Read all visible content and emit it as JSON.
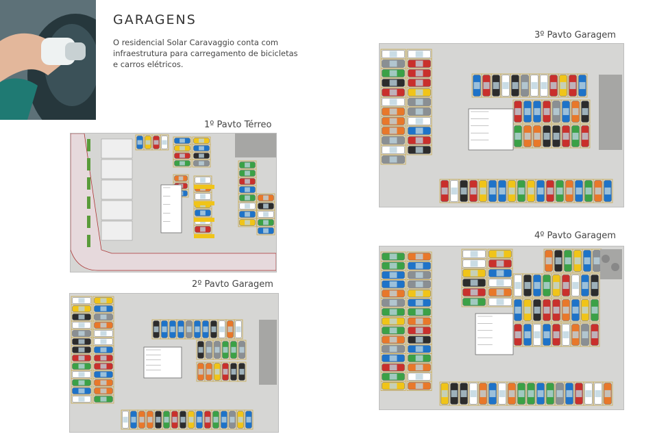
{
  "header": {
    "title": "GARAGENS",
    "description": "O residencial Solar Caravaggio conta com infraestrutura para carregamento de bicicletas e carros elétricos."
  },
  "photo": {
    "subject": "ev-charger-plug",
    "icon": "ev-charging-icon"
  },
  "floors": [
    {
      "id": "terreo",
      "label": "1º Pavto Térreo"
    },
    {
      "id": "garagem2",
      "label": "2º Pavto Garagem"
    },
    {
      "id": "garagem3",
      "label": "3º Pavto Garagem"
    },
    {
      "id": "garagem4",
      "label": "4º Pavto Garagem"
    }
  ],
  "colors": {
    "floor": "#d6d6d4",
    "parking_stall": "#c9a84a",
    "core": "#ffffff",
    "car_palette": [
      "#c9302c",
      "#ffffff",
      "#2c2c2c",
      "#1e73c8",
      "#f0c419",
      "#e8782a",
      "#8a8f93",
      "#3ba146"
    ]
  }
}
